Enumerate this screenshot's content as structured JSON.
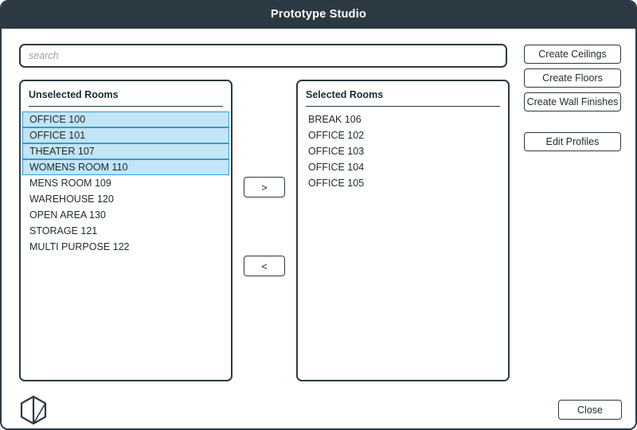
{
  "window": {
    "title": "Prototype Studio",
    "accent_dark": "#2b3a42",
    "highlight_fill": "#c3e5f5",
    "highlight_border": "#2e9ed4"
  },
  "search": {
    "placeholder": "search",
    "value": ""
  },
  "unselected_panel": {
    "header": "Unselected Rooms",
    "items": [
      {
        "label": "OFFICE 100",
        "highlighted": true
      },
      {
        "label": "OFFICE 101",
        "highlighted": true
      },
      {
        "label": "THEATER 107",
        "highlighted": true
      },
      {
        "label": "WOMENS ROOM 110",
        "highlighted": true
      },
      {
        "label": "MENS ROOM 109",
        "highlighted": false
      },
      {
        "label": "WAREHOUSE 120",
        "highlighted": false
      },
      {
        "label": "OPEN AREA 130",
        "highlighted": false
      },
      {
        "label": "STORAGE 121",
        "highlighted": false
      },
      {
        "label": "MULTI PURPOSE 122",
        "highlighted": false
      }
    ]
  },
  "selected_panel": {
    "header": "Selected Rooms",
    "items": [
      {
        "label": "BREAK 106",
        "highlighted": false
      },
      {
        "label": "OFFICE 102",
        "highlighted": false
      },
      {
        "label": "OFFICE 103",
        "highlighted": false
      },
      {
        "label": "OFFICE 104",
        "highlighted": false
      },
      {
        "label": "OFFICE 105",
        "highlighted": false
      }
    ]
  },
  "transfer": {
    "move_right_label": ">",
    "move_left_label": "<"
  },
  "actions": {
    "buttons": [
      {
        "label": "Create Ceilings"
      },
      {
        "label": "Create Floors"
      },
      {
        "label": "Create Wall Finishes"
      },
      {
        "label": "Edit Profiles"
      }
    ]
  },
  "footer": {
    "close_label": "Close",
    "logo_name": "hexagon-logo"
  }
}
